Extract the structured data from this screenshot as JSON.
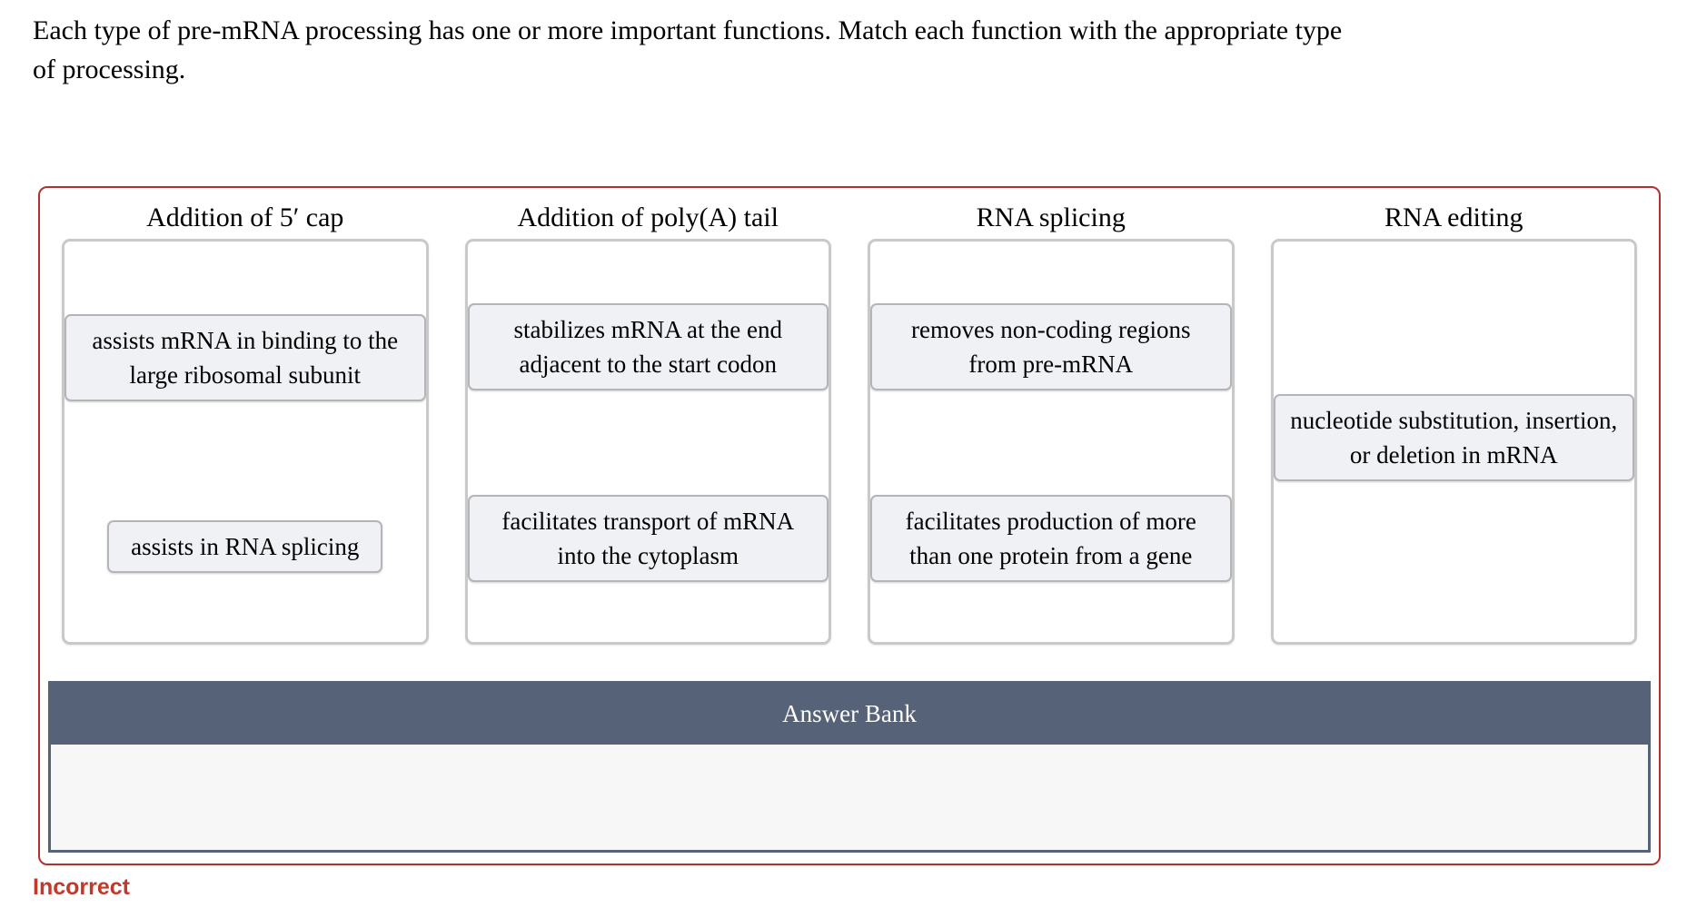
{
  "instruction": "Each type of pre-mRNA processing has one or more important functions. Match each function with the appropriate type of processing.",
  "columns": [
    {
      "header": "Addition of 5′ cap",
      "items": [
        {
          "text": "assists mRNA in binding to the large ribosomal subunit"
        },
        {
          "text": "assists in RNA splicing"
        }
      ]
    },
    {
      "header": "Addition of poly(A) tail",
      "items": [
        {
          "text": "stabilizes mRNA at the end adjacent to the start codon"
        },
        {
          "text": "facilitates transport of mRNA into the cytoplasm"
        }
      ]
    },
    {
      "header": "RNA splicing",
      "items": [
        {
          "text": "removes non-coding regions from pre-mRNA"
        },
        {
          "text": "facilitates production of more than one protein from a gene"
        }
      ]
    },
    {
      "header": "RNA editing",
      "items": [
        {
          "text": "nucleotide substitution, insertion, or deletion in mRNA"
        }
      ]
    }
  ],
  "answer_bank": {
    "title": "Answer Bank"
  },
  "feedback": {
    "label": "Incorrect"
  },
  "colors": {
    "panel_border_red": "#b23130",
    "bank_slate": "#556277",
    "bank_body_bg": "#f7f7f8",
    "token_bg": "#f0f1f5",
    "token_border": "#b4b4ba",
    "dropzone_border": "#c9c9c9",
    "feedback_red": "#c0392b"
  }
}
